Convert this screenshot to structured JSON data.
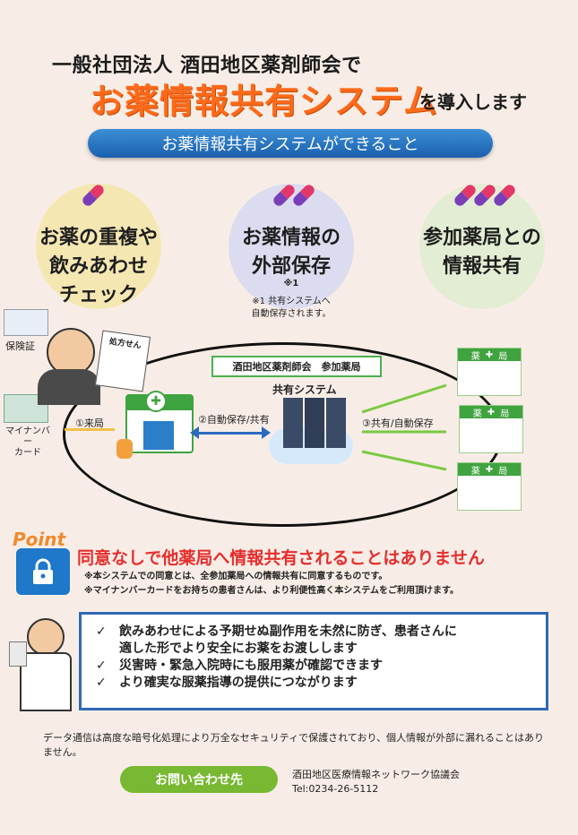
{
  "header": {
    "line1": "一般社団法人 酒田地区薬剤師会で",
    "title": "お薬情報共有システム",
    "suffix": "を導入します"
  },
  "banner": "お薬情報共有システムができること",
  "features": [
    {
      "line1": "お薬の重複や",
      "line2": "飲みあわせ",
      "line3": "チェック"
    },
    {
      "line1": "お薬情報の",
      "line2": "外部保存",
      "mark": "※1",
      "note1": "※1 共有システムへ",
      "note2": "自動保存されます。"
    },
    {
      "line1": "参加薬局との",
      "line2": "情報共有"
    }
  ],
  "diagram": {
    "group_label": "酒田地区薬剤師会　参加薬局",
    "system_label": "共有システム",
    "card1": "保険証",
    "card2a": "マイナンバー",
    "card2b": "カード",
    "rx": "処方せん",
    "step1": "①来局",
    "step2": "②自動保存/共有",
    "step3": "③共有/自動保存",
    "pharmacy_sign_left": "薬",
    "pharmacy_sign_right": "局"
  },
  "point": {
    "label": "Point",
    "headline": "同意なしで他薬局へ情報共有されることはありません",
    "sub1": "※本システムでの同意とは、全参加薬局への情報共有に同意するものです。",
    "sub2": "※マイナンバーカードをお持ちの患者さんは、より利便性高く本システムをご利用頂けます。"
  },
  "benefits": [
    {
      "check": "✓",
      "text": "飲みあわせによる予期せぬ副作用を未然に防ぎ、患者さんに"
    },
    {
      "check": "",
      "text": "適した形でより安全にお薬をお渡しします"
    },
    {
      "check": "✓",
      "text": "災害時・緊急入院時にも服用薬が確認できます"
    },
    {
      "check": "✓",
      "text": "より確実な服薬指導の提供につながります"
    }
  ],
  "footer": {
    "security": "データ通信は高度な暗号化処理により万全なセキュリティで保護されており、個人情報が外部に漏れることはありません。",
    "contact_button": "お問い合わせ先",
    "org": "酒田地区医療情報ネットワーク協議会",
    "tel": "Tel:0234-26-5112"
  },
  "colors": {
    "title_orange": "#ff6a1a",
    "banner_blue": "#1a5fae",
    "warn_red": "#e62e2e",
    "green": "#78b832"
  }
}
